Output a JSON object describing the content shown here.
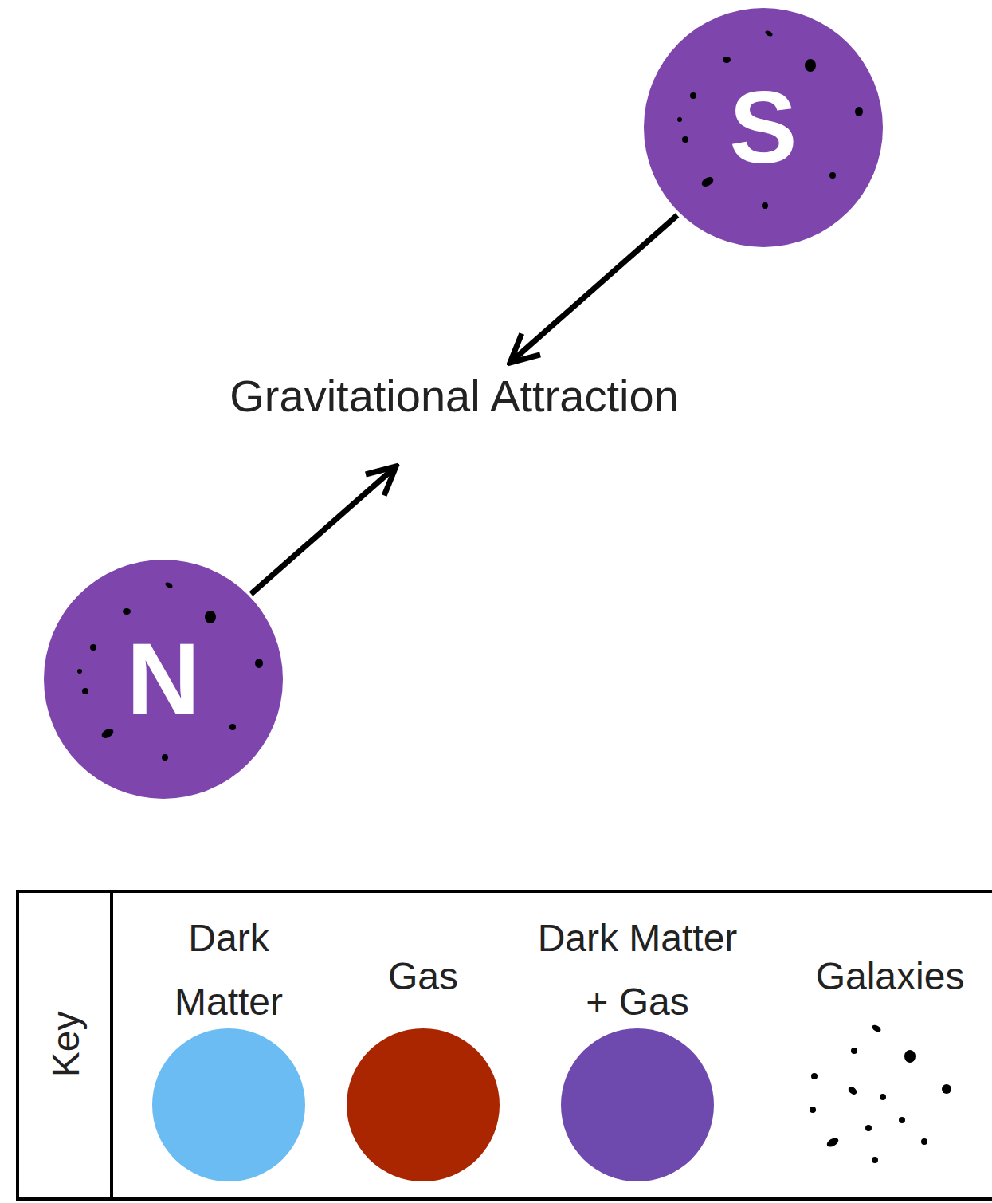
{
  "diagram": {
    "nodes": [
      {
        "text": [
          "S"
        ]
      },
      {
        "text": [
          "N"
        ]
      }
    ],
    "labels": [
      "Gravitational Attraction",
      "Key"
    ],
    "legend": [
      {
        "text": "Dark Matter",
        "color": "#6bbcf2"
      },
      {
        "text": "Gas",
        "color": "#aa2600"
      },
      {
        "text": "Dark Matter + Gas",
        "color": "#6f4aae"
      },
      {
        "text": "Galaxies"
      }
    ]
  }
}
